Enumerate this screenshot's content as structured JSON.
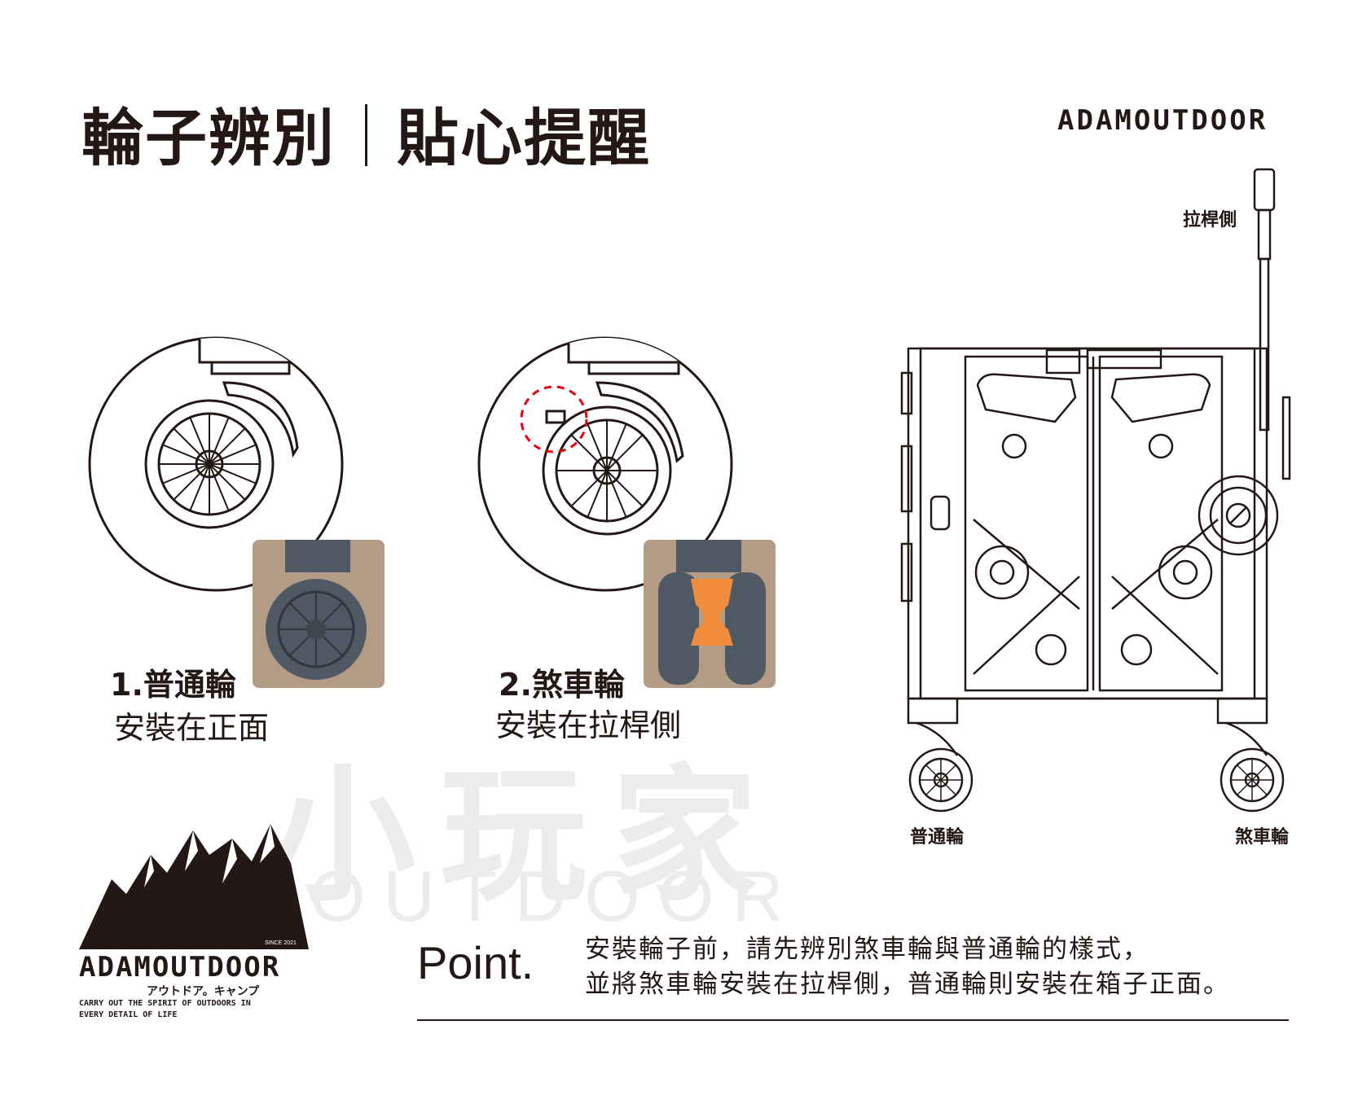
{
  "header": {
    "title_left": "輪子辨別",
    "title_right": "貼心提醒",
    "brand": "ADAMOUTDOOR"
  },
  "watermark": {
    "line1": "小玩家",
    "line2": "OUTDOOR"
  },
  "wheel_1": {
    "label": "1.普通輪",
    "description": "安裝在正面"
  },
  "wheel_2": {
    "label": "2.煞車輪",
    "description": "安裝在拉桿側"
  },
  "cart_diagram": {
    "handle_label": "拉桿側",
    "left_wheel_label": "普通輪",
    "right_wheel_label": "煞車輪"
  },
  "point": {
    "heading": "Point.",
    "line1": "安裝輪子前，請先辨別煞車輪與普通輪的樣式，",
    "line2": "並將煞車輪安裝在拉桿側，普通輪則安裝在箱子正面。"
  },
  "logo": {
    "brand": "ADAMOUTDOOR",
    "japanese": "アウトドア。キャンプ",
    "tagline1": "CARRY OUT THE SPIRIT OF OUTDOORS IN",
    "tagline2": "EVERY DETAIL OF LIFE",
    "since": "SINCE 2021"
  },
  "colors": {
    "ink": "#231815",
    "highlight_red": "#e60012",
    "brake_orange": "#f08c3c",
    "wheel_gray": "#4f5963"
  }
}
